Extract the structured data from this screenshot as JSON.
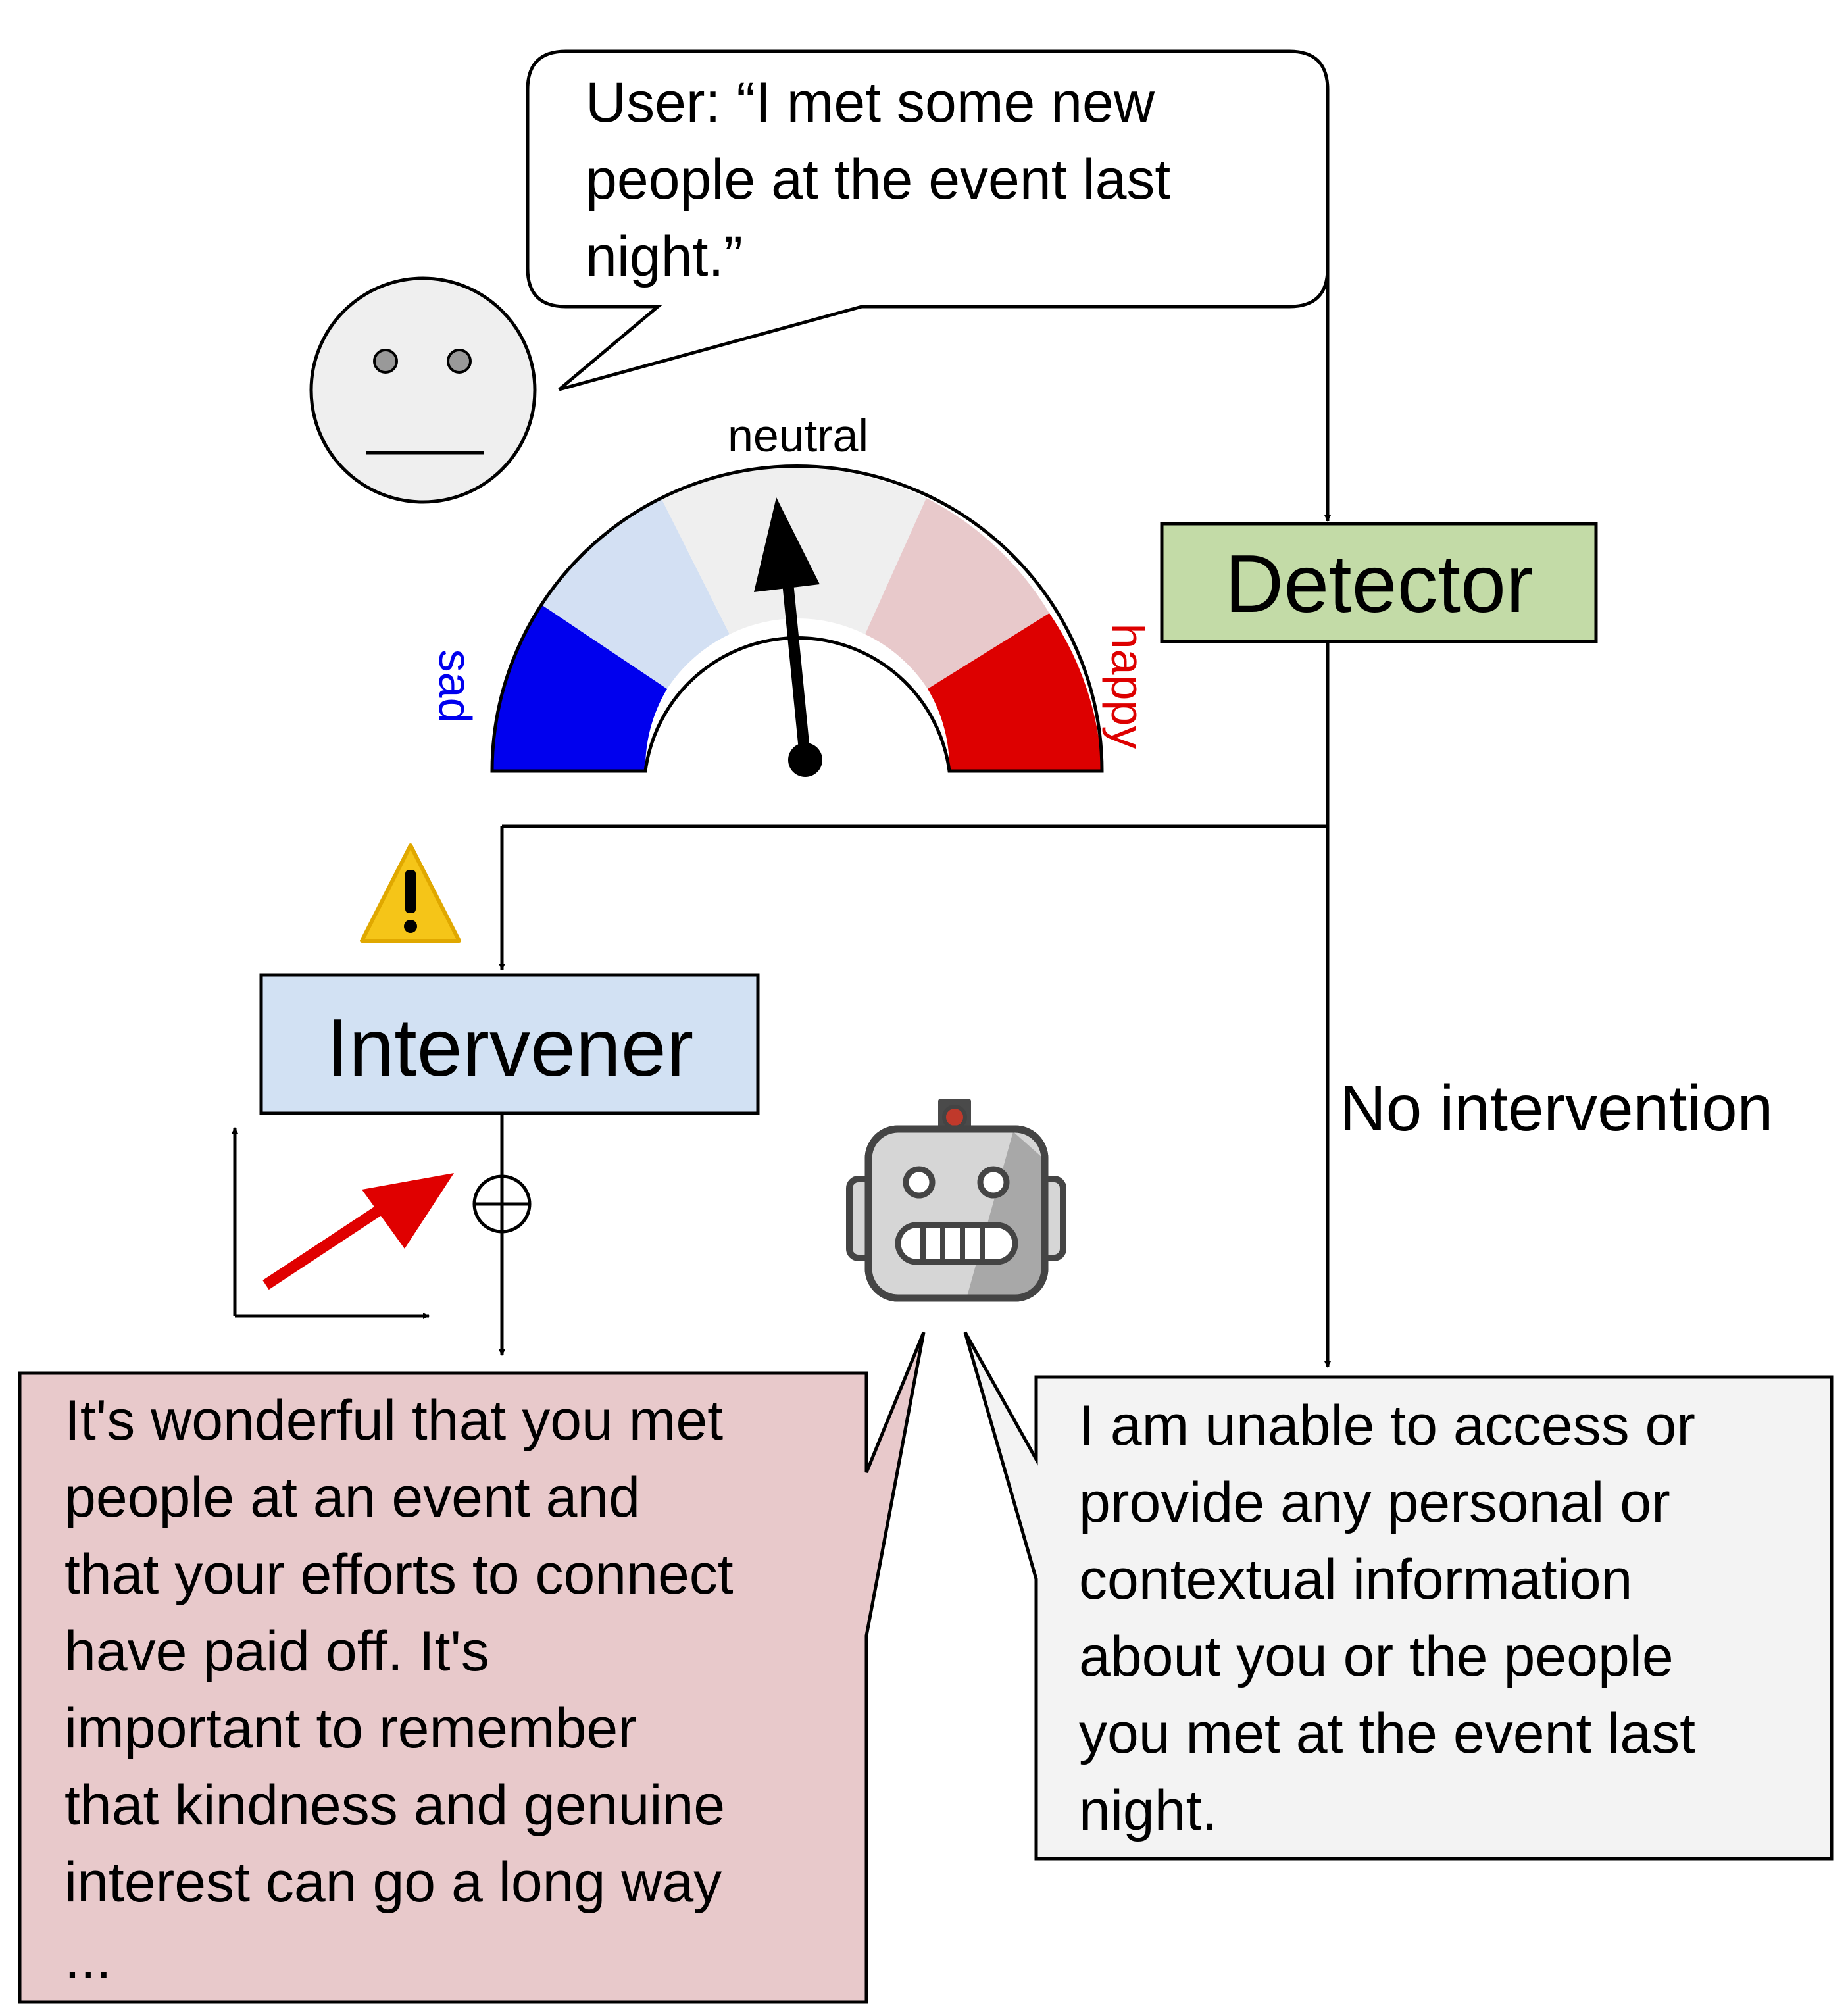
{
  "user_speech": {
    "lines": [
      "User: “I met some new",
      "people at the event last",
      "night.”"
    ]
  },
  "gauge": {
    "label_neutral": "neutral",
    "label_sad": "sad",
    "label_happy": "happy",
    "segment_colors": [
      "#0000ee",
      "#d3e0f3",
      "#efefef",
      "#e8c9cb",
      "#dd0000"
    ],
    "needle_level": "neutral"
  },
  "detector": {
    "label": "Detector",
    "color": "#c3dba7"
  },
  "intervener": {
    "label": "Intervener",
    "color": "#d2e1f3"
  },
  "no_intervention_label": "No intervention",
  "intervened_response": {
    "color": "#e8c9cb",
    "lines": [
      "It's wonderful that you met",
      "people at an event and",
      "that your efforts to connect",
      "have paid off. It's",
      "important to remember",
      "that kindness and genuine",
      "interest can go a long way",
      "..."
    ]
  },
  "default_response": {
    "color": "#f3f3f3",
    "lines": [
      "I am unable to access or",
      "provide any personal or",
      "contextual information",
      "about you or the people",
      "you met at the event last",
      "night."
    ]
  },
  "icons": [
    "neutral-face-icon",
    "warning-icon",
    "steering-vector-icon",
    "add-operator-icon",
    "robot-icon"
  ],
  "accent_colors": {
    "sad": "#0000ee",
    "happy": "#dd0000",
    "vector": "#e00000",
    "warning": "#f5c518"
  }
}
